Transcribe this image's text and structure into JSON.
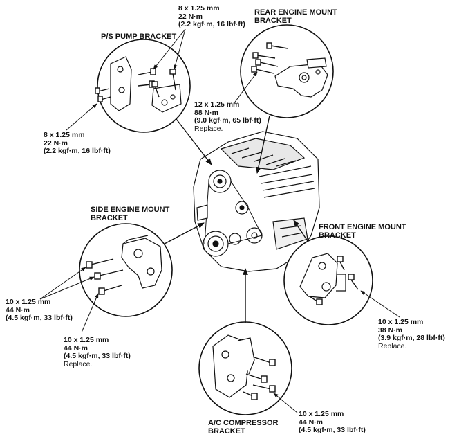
{
  "callouts": {
    "ps_pump": {
      "title": "P/S PUMP BRACKET"
    },
    "rear_mount": {
      "title_line1": "REAR ENGINE MOUNT",
      "title_line2": "BRACKET"
    },
    "side_mount": {
      "title_line1": "SIDE ENGINE MOUNT",
      "title_line2": "BRACKET"
    },
    "front_mount": {
      "title_line1": "FRONT ENGINE MOUNT",
      "title_line2": "BRACKET"
    },
    "ac_comp": {
      "title_line1": "A/C COMPRESSOR",
      "title_line2": "BRACKET"
    }
  },
  "torque_specs": {
    "ps_top": {
      "size": "8 x 1.25 mm",
      "torque": "22 N·m",
      "alt": "(2.2 kgf·m, 16 lbf·ft)"
    },
    "ps_left": {
      "size": "8 x 1.25 mm",
      "torque": "22 N·m",
      "alt": "(2.2 kgf·m, 16 lbf·ft)"
    },
    "rear": {
      "size": "12 x 1.25 mm",
      "torque": "88 N·m",
      "alt": "(9.0 kgf·m, 65 lbf·ft)",
      "note": "Replace."
    },
    "side_a": {
      "size": "10 x 1.25 mm",
      "torque": "44 N·m",
      "alt": "(4.5 kgf·m, 33 lbf·ft)"
    },
    "side_b": {
      "size": "10 x 1.25 mm",
      "torque": "44 N·m",
      "alt": "(4.5 kgf·m, 33 lbf·ft)",
      "note": "Replace."
    },
    "front": {
      "size": "10 x 1.25 mm",
      "torque": "38 N·m",
      "alt": "(3.9 kgf·m, 28 lbf·ft)",
      "note": "Replace."
    },
    "ac": {
      "size": "10 x 1.25 mm",
      "torque": "44 N·m",
      "alt": "(4.5 kgf·m, 33 lbf·ft)"
    }
  }
}
